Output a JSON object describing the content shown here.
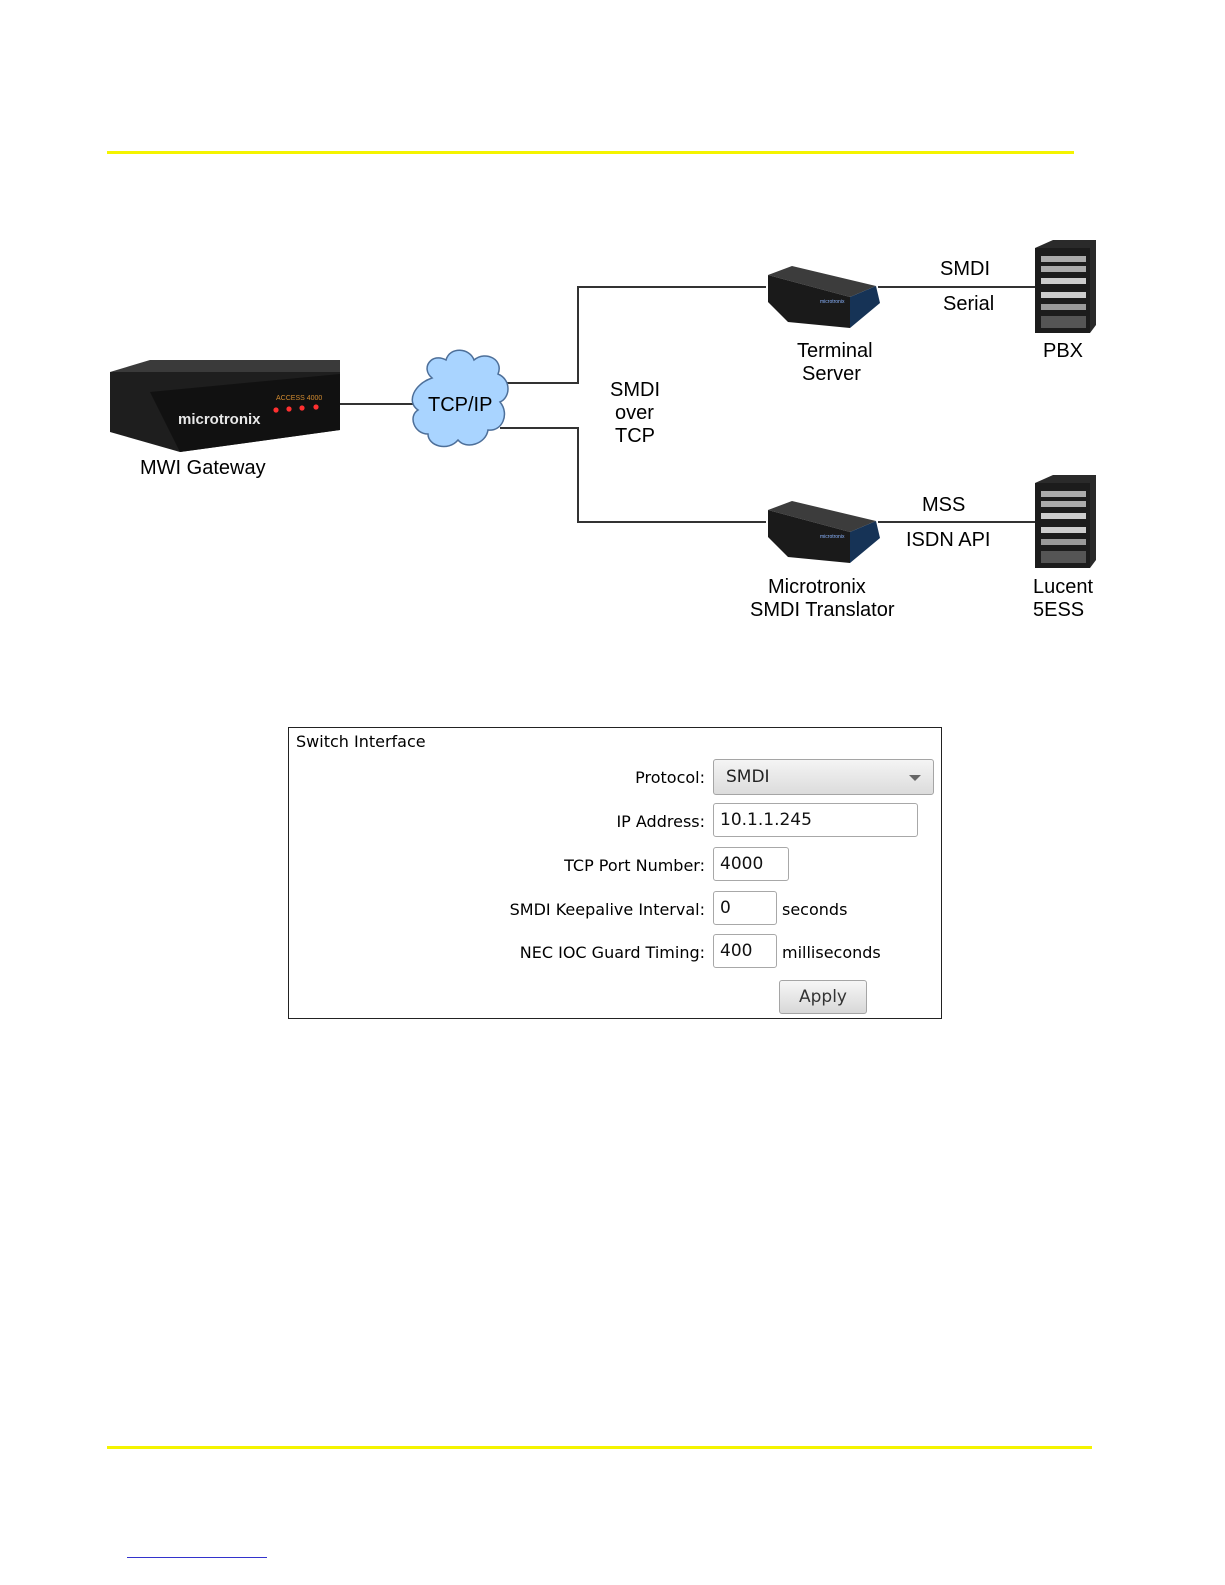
{
  "diagram": {
    "mwi_gateway": "MWI Gateway",
    "gateway_brand": "microtronix",
    "gateway_model": "ACCESS 4000",
    "cloud": "TCP/IP",
    "smdi_over_tcp": [
      "SMDI",
      "over",
      "TCP"
    ],
    "terminal_server": [
      "Terminal",
      "Server"
    ],
    "top_link": [
      "SMDI",
      "Serial"
    ],
    "pbx": "PBX",
    "translator": [
      "Microtronix",
      "SMDI Translator"
    ],
    "bottom_link": [
      "MSS",
      "ISDN API"
    ],
    "lucent": [
      "Lucent",
      "5ESS"
    ]
  },
  "form": {
    "title": "Switch Interface",
    "protocol_label": "Protocol:",
    "protocol_value": "SMDI",
    "ip_label": "IP Address:",
    "ip_value": "10.1.1.245",
    "port_label": "TCP Port Number:",
    "port_value": "4000",
    "keepalive_label": "SMDI Keepalive Interval:",
    "keepalive_value": "0",
    "keepalive_unit": "seconds",
    "guard_label": "NEC IOC Guard Timing:",
    "guard_value": "400",
    "guard_unit": "milliseconds",
    "apply_label": "Apply"
  },
  "colors": {
    "rule": "#f4f400",
    "cloud": "#a9d4ff",
    "device": "#1d1d1d"
  }
}
